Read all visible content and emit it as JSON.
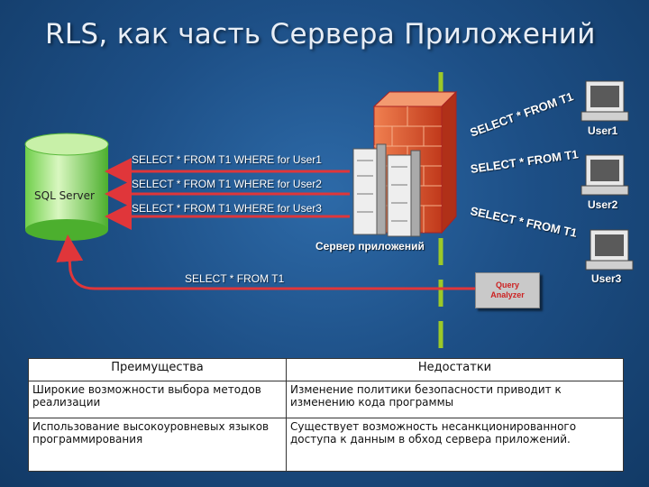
{
  "title": "RLS, как часть Сервера Приложений",
  "sql_server": {
    "label": "SQL Server"
  },
  "queries": {
    "user1": "SELECT * FROM T1 WHERE for User1",
    "user2": "SELECT * FROM T1 WHERE for User2",
    "user3": "SELECT * FROM T1 WHERE for User3",
    "direct": "SELECT * FROM T1"
  },
  "client_queries": {
    "q1": "SELECT * FROM T1",
    "q2": "SELECT * FROM T1",
    "q3": "SELECT * FROM T1"
  },
  "app_server": {
    "label": "Сервер приложений"
  },
  "query_analyzer": {
    "label": "Query\nAnalyzer"
  },
  "users": [
    "User1",
    "User2",
    "User3"
  ],
  "colors": {
    "firewall": "#d9542a",
    "divider": "#9cc928",
    "arrow": "#e0363a"
  },
  "table": {
    "headers": [
      "Преимущества",
      "Недостатки"
    ],
    "rows": [
      [
        "Широкие возможности выбора методов реализации",
        "Изменение политики безопасности приводит к изменению кода программы"
      ],
      [
        "Использование высокоуровневых языков программирования",
        "Существует возможность несанкционированного доступа к данным в обход сервера приложений."
      ]
    ]
  }
}
